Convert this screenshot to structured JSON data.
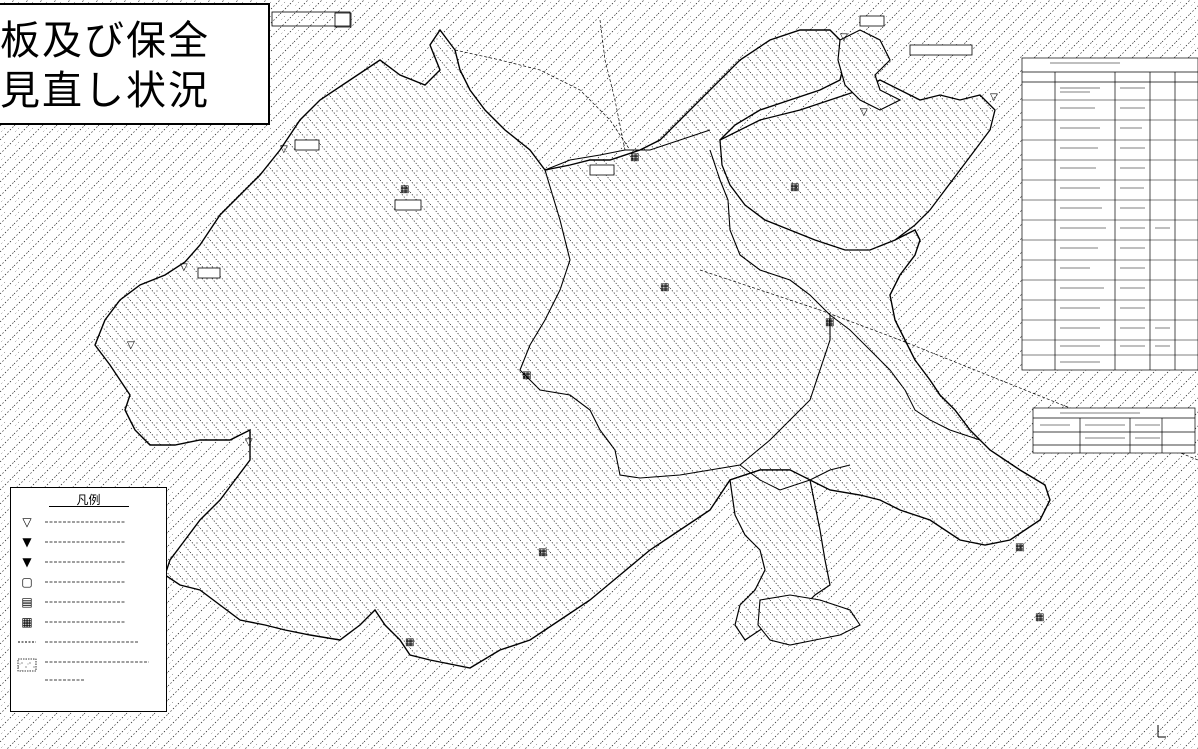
{
  "title": {
    "line1": "板及び保全",
    "line2": "見直し状況"
  },
  "legend": {
    "heading": "凡例"
  }
}
